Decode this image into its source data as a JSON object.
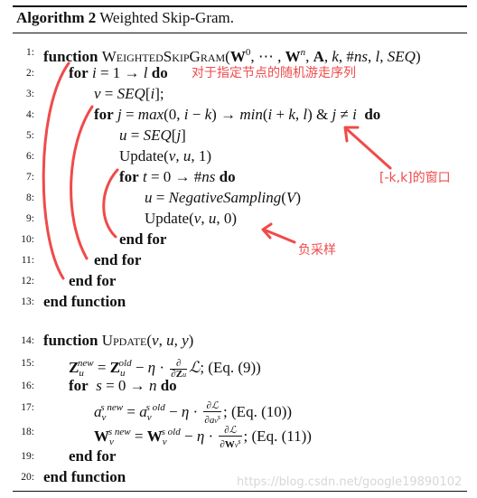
{
  "caption": {
    "label": "Algorithm 2",
    "title": "Weighted Skip-Gram."
  },
  "lines": [
    {
      "n": "1:",
      "kw": "function",
      "rest": " WeightedSkipGram(W⁰, ⋯ , Wⁿ, A, k, #ns, l, SEQ)"
    },
    {
      "n": "2:",
      "kw": "for",
      "rest": " i = 1 → l ",
      "kw2": "do"
    },
    {
      "n": "3:",
      "rest": "v = SEQ[i];"
    },
    {
      "n": "4:",
      "kw": "for",
      "rest": " j = max(0, i − k) → min(i + k, l) & j ≠ i ",
      "kw2": "do"
    },
    {
      "n": "5:",
      "rest": "u = SEQ[j]"
    },
    {
      "n": "6:",
      "rest": "Update(v, u, 1)"
    },
    {
      "n": "7:",
      "kw": "for",
      "rest": " t = 0 → #ns ",
      "kw2": "do"
    },
    {
      "n": "8:",
      "rest": "u = NegativeSampling(V)"
    },
    {
      "n": "9:",
      "rest": "Update(v, u, 0)"
    },
    {
      "n": "10:",
      "kw": "end for"
    },
    {
      "n": "11:",
      "kw": "end for"
    },
    {
      "n": "12:",
      "kw": "end for"
    },
    {
      "n": "13:",
      "kw": "end function"
    },
    {
      "n": "14:",
      "kw": "function",
      "rest": " Update(v, u, y)"
    },
    {
      "n": "15:",
      "rest": "Z_u^new = Z_u^old − η · ∂/∂Z_u ℒ; (Eq. (9))"
    },
    {
      "n": "16:",
      "kw": "for",
      "rest": " s = 0 → n ",
      "kw2": "do"
    },
    {
      "n": "17:",
      "rest": "a_v^s new = a_v^s old − η · ∂ℒ/∂a_v^s; (Eq. (10))"
    },
    {
      "n": "18:",
      "rest": "W_v^s new = W_v^s old − η · ∂ℒ/∂W_v^s; (Eq. (11))"
    },
    {
      "n": "19:",
      "kw": "end for"
    },
    {
      "n": "20:",
      "kw": "end function"
    }
  ],
  "annotations": {
    "walk": "对于指定节点的随机游走序列",
    "window": "[-k,k]的窗口",
    "negative": "负采样"
  },
  "watermark": "https://blog.csdn.net/google19890102",
  "colors": {
    "annotation": "#f04a4a",
    "text": "#111111"
  }
}
